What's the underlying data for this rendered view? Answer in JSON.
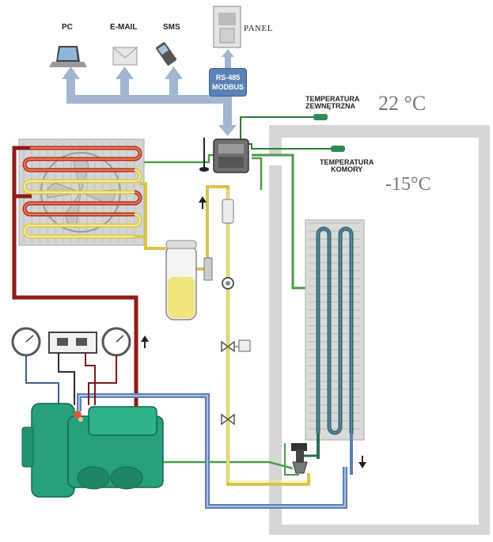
{
  "devices": {
    "pc_label": "PC",
    "email_label": "E-MAIL",
    "sms_label": "SMS",
    "panel_label": "PANEL"
  },
  "bus": {
    "line1": "RS-485",
    "line2": "MODBUS"
  },
  "sensors": {
    "outside_label_1": "TEMPERATURA",
    "outside_label_2": "ZEWNĘTRZNA",
    "outside_value": "22 °C",
    "chamber_label_1": "TEMPERATURA",
    "chamber_label_2": "KOMORY",
    "chamber_value": "-15°C"
  },
  "colors": {
    "hot_line": "#8e1b17",
    "liquid_line": "#e6d969",
    "suction_line": "#5b7fb7",
    "signal_line": "#3f8a3a",
    "compressor": "#27a07d",
    "comm_arrows": "#9fb2cc",
    "chamber_wall": "#d4d4d4"
  }
}
